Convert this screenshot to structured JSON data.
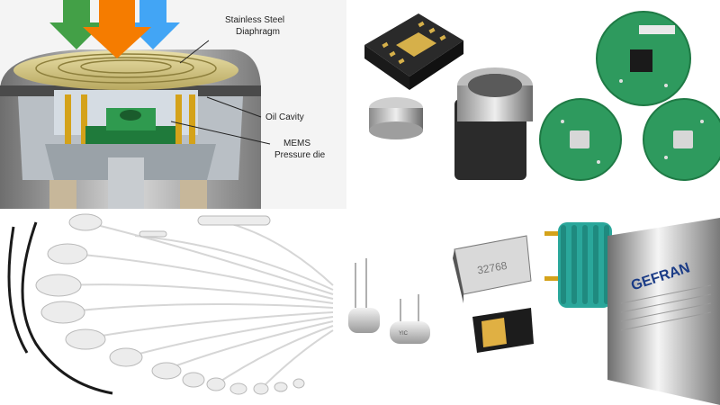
{
  "sensor_diagram": {
    "callouts": [
      {
        "line1": "Stainless Steel",
        "line2": "Diaphragm"
      },
      {
        "line1": "Oil Cavity",
        "line2": ""
      },
      {
        "line1": "MEMS",
        "line2": "Pressure die"
      }
    ]
  },
  "crystal": {
    "marking": "32768",
    "marking_small": "YIC"
  },
  "transducer": {
    "brand": "GEFRAN"
  }
}
